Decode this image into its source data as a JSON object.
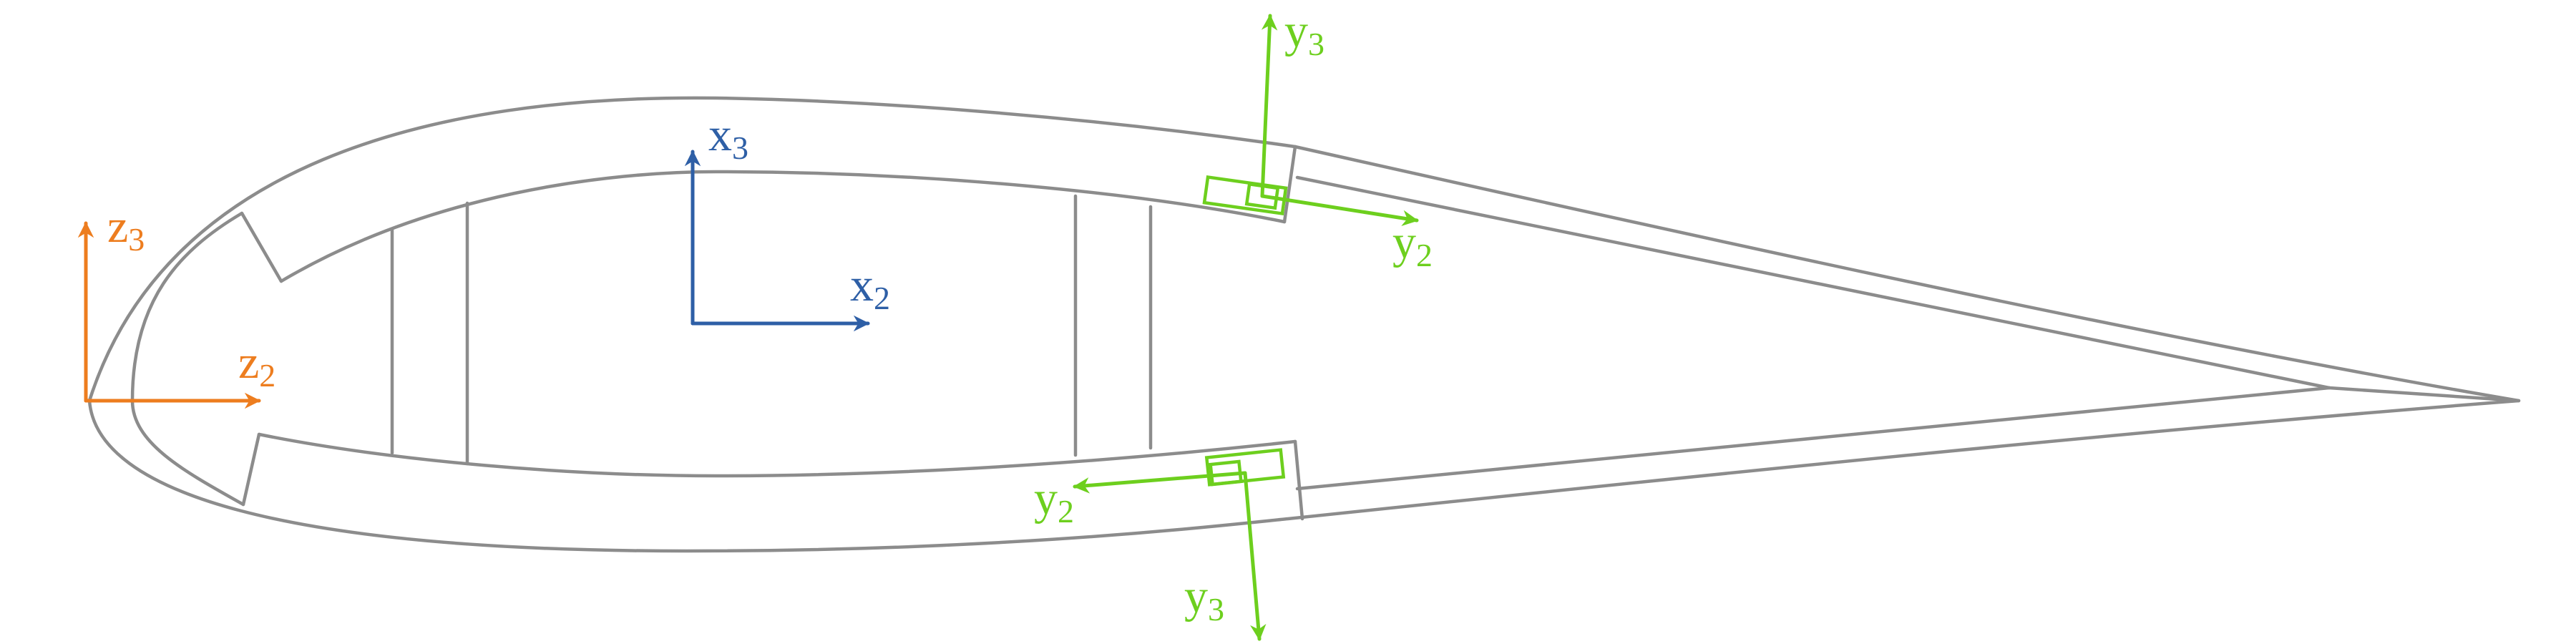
{
  "colors": {
    "outline": "#8c8c8c",
    "orange": "#ed7d1f",
    "blue": "#2e5fa6",
    "green": "#6dcf1e"
  },
  "frames": {
    "orange": {
      "h": {
        "base": "z",
        "sub": "2"
      },
      "v": {
        "base": "z",
        "sub": "3"
      }
    },
    "blue": {
      "h": {
        "base": "x",
        "sub": "2"
      },
      "v": {
        "base": "x",
        "sub": "3"
      }
    },
    "green_upper": {
      "h": {
        "base": "y",
        "sub": "2"
      },
      "v": {
        "base": "y",
        "sub": "3"
      }
    },
    "green_lower": {
      "h": {
        "base": "y",
        "sub": "2"
      },
      "v": {
        "base": "y",
        "sub": "3"
      }
    }
  }
}
